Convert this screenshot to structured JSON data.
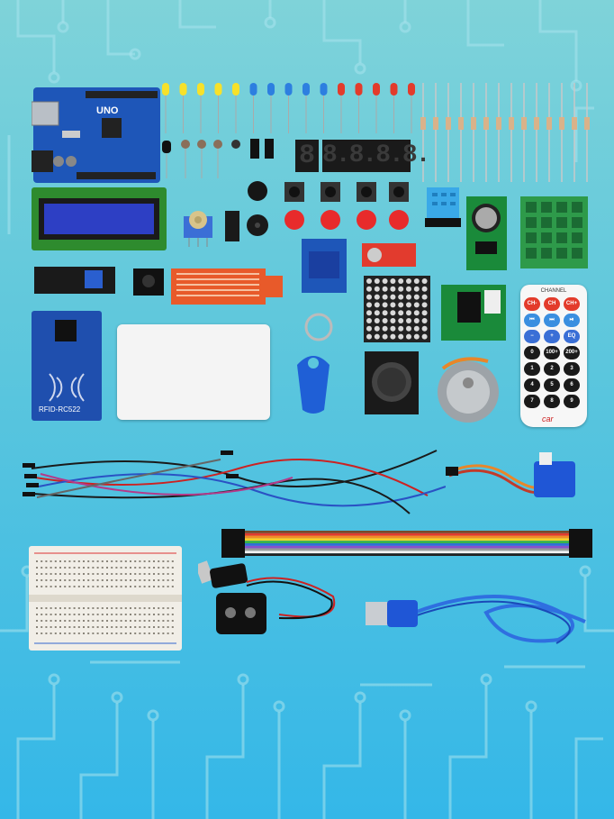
{
  "product": {
    "board_label": "UNO",
    "rfid_label": "RFID-RC522",
    "seven_segment_single": "8",
    "seven_segment_quad": "8.8.8.8.",
    "remote": {
      "header": "CHANNEL",
      "row1": [
        "CH-",
        "CH",
        "CH+"
      ],
      "row2": [
        "⏮",
        "⏭",
        "⏯"
      ],
      "row3": [
        "−",
        "+",
        "EQ"
      ],
      "row4": [
        "0",
        "100+",
        "200+"
      ],
      "row5": [
        "1",
        "2",
        "3"
      ],
      "row6": [
        "4",
        "5",
        "6"
      ],
      "row7": [
        "7",
        "8",
        "9"
      ],
      "brand": "car"
    },
    "ribbon_colors": [
      "#7a4a2a",
      "#e23b2e",
      "#f28c28",
      "#f5d02a",
      "#38b24a",
      "#2f6fd6",
      "#8a4fc9",
      "#9a9a9a",
      "#f2f2f2",
      "#222222"
    ],
    "led_colors": [
      "#f7e12a",
      "#2d7fe0",
      "#e33b2b"
    ]
  }
}
